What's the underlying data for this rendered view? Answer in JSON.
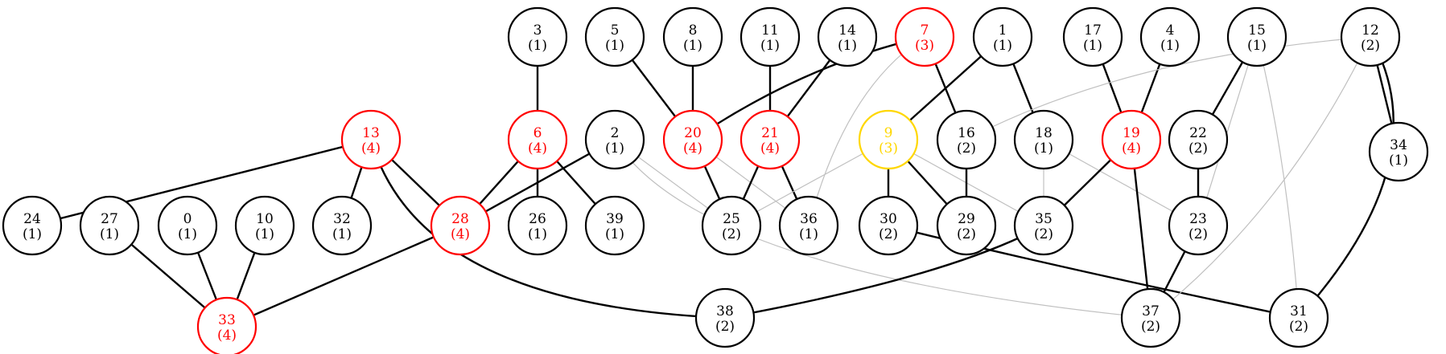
{
  "colors": {
    "normal": "#000000",
    "highlight": "#ff0000",
    "focus": "#ffd700",
    "weak_edge": "#c0c0c0"
  },
  "nodes": [
    {
      "id": "0",
      "label": "0",
      "count": "(1)",
      "status": "normal"
    },
    {
      "id": "1",
      "label": "1",
      "count": "(1)",
      "status": "normal"
    },
    {
      "id": "2",
      "label": "2",
      "count": "(1)",
      "status": "normal"
    },
    {
      "id": "3",
      "label": "3",
      "count": "(1)",
      "status": "normal"
    },
    {
      "id": "4",
      "label": "4",
      "count": "(1)",
      "status": "normal"
    },
    {
      "id": "5",
      "label": "5",
      "count": "(1)",
      "status": "normal"
    },
    {
      "id": "6",
      "label": "6",
      "count": "(4)",
      "status": "highlight"
    },
    {
      "id": "7",
      "label": "7",
      "count": "(3)",
      "status": "highlight"
    },
    {
      "id": "8",
      "label": "8",
      "count": "(1)",
      "status": "normal"
    },
    {
      "id": "9",
      "label": "9",
      "count": "(3)",
      "status": "focus"
    },
    {
      "id": "10",
      "label": "10",
      "count": "(1)",
      "status": "normal"
    },
    {
      "id": "11",
      "label": "11",
      "count": "(1)",
      "status": "normal"
    },
    {
      "id": "12",
      "label": "12",
      "count": "(2)",
      "status": "normal"
    },
    {
      "id": "13",
      "label": "13",
      "count": "(4)",
      "status": "highlight"
    },
    {
      "id": "14",
      "label": "14",
      "count": "(1)",
      "status": "normal"
    },
    {
      "id": "15",
      "label": "15",
      "count": "(1)",
      "status": "normal"
    },
    {
      "id": "16",
      "label": "16",
      "count": "(2)",
      "status": "normal"
    },
    {
      "id": "17",
      "label": "17",
      "count": "(1)",
      "status": "normal"
    },
    {
      "id": "18",
      "label": "18",
      "count": "(1)",
      "status": "normal"
    },
    {
      "id": "19",
      "label": "19",
      "count": "(4)",
      "status": "highlight"
    },
    {
      "id": "20",
      "label": "20",
      "count": "(4)",
      "status": "highlight"
    },
    {
      "id": "21",
      "label": "21",
      "count": "(4)",
      "status": "highlight"
    },
    {
      "id": "22",
      "label": "22",
      "count": "(2)",
      "status": "normal"
    },
    {
      "id": "23",
      "label": "23",
      "count": "(2)",
      "status": "normal"
    },
    {
      "id": "24",
      "label": "24",
      "count": "(1)",
      "status": "normal"
    },
    {
      "id": "25",
      "label": "25",
      "count": "(2)",
      "status": "normal"
    },
    {
      "id": "26",
      "label": "26",
      "count": "(1)",
      "status": "normal"
    },
    {
      "id": "27",
      "label": "27",
      "count": "(1)",
      "status": "normal"
    },
    {
      "id": "28",
      "label": "28",
      "count": "(4)",
      "status": "highlight"
    },
    {
      "id": "29",
      "label": "29",
      "count": "(2)",
      "status": "normal"
    },
    {
      "id": "30",
      "label": "30",
      "count": "(2)",
      "status": "normal"
    },
    {
      "id": "31",
      "label": "31",
      "count": "(2)",
      "status": "normal"
    },
    {
      "id": "32",
      "label": "32",
      "count": "(1)",
      "status": "normal"
    },
    {
      "id": "33",
      "label": "33",
      "count": "(4)",
      "status": "highlight"
    },
    {
      "id": "34",
      "label": "34",
      "count": "(1)",
      "status": "normal"
    },
    {
      "id": "35",
      "label": "35",
      "count": "(2)",
      "status": "normal"
    },
    {
      "id": "36",
      "label": "36",
      "count": "(1)",
      "status": "normal"
    },
    {
      "id": "37",
      "label": "37",
      "count": "(2)",
      "status": "normal"
    },
    {
      "id": "38",
      "label": "38",
      "count": "(2)",
      "status": "normal"
    },
    {
      "id": "39",
      "label": "39",
      "count": "(1)",
      "status": "normal"
    }
  ],
  "edges": [
    {
      "from": "3",
      "to": "6",
      "style": "strong"
    },
    {
      "from": "6",
      "to": "28",
      "style": "strong"
    },
    {
      "from": "6",
      "to": "26",
      "style": "strong"
    },
    {
      "from": "6",
      "to": "39",
      "style": "strong"
    },
    {
      "from": "2",
      "to": "28",
      "style": "strong"
    },
    {
      "from": "2",
      "to": "25",
      "style": "weak"
    },
    {
      "from": "2",
      "to": "37",
      "style": "weak"
    },
    {
      "from": "13",
      "to": "24",
      "style": "strong"
    },
    {
      "from": "13",
      "to": "32",
      "style": "strong"
    },
    {
      "from": "13",
      "to": "28",
      "style": "strong"
    },
    {
      "from": "13",
      "to": "38",
      "style": "strong"
    },
    {
      "from": "28",
      "to": "33",
      "style": "strong"
    },
    {
      "from": "27",
      "to": "33",
      "style": "strong"
    },
    {
      "from": "0",
      "to": "33",
      "style": "strong"
    },
    {
      "from": "10",
      "to": "33",
      "style": "strong"
    },
    {
      "from": "5",
      "to": "20",
      "style": "strong"
    },
    {
      "from": "8",
      "to": "20",
      "style": "strong"
    },
    {
      "from": "7",
      "to": "20",
      "style": "strong"
    },
    {
      "from": "20",
      "to": "25",
      "style": "strong"
    },
    {
      "from": "20",
      "to": "36",
      "style": "weak"
    },
    {
      "from": "11",
      "to": "21",
      "style": "strong"
    },
    {
      "from": "14",
      "to": "21",
      "style": "strong"
    },
    {
      "from": "21",
      "to": "25",
      "style": "strong"
    },
    {
      "from": "21",
      "to": "36",
      "style": "strong"
    },
    {
      "from": "7",
      "to": "16",
      "style": "strong"
    },
    {
      "from": "7",
      "to": "36",
      "style": "weak"
    },
    {
      "from": "1",
      "to": "9",
      "style": "strong"
    },
    {
      "from": "1",
      "to": "18",
      "style": "strong"
    },
    {
      "from": "9",
      "to": "25",
      "style": "weak"
    },
    {
      "from": "9",
      "to": "30",
      "style": "strong"
    },
    {
      "from": "9",
      "to": "29",
      "style": "strong"
    },
    {
      "from": "9",
      "to": "35",
      "style": "weak"
    },
    {
      "from": "16",
      "to": "29",
      "style": "strong"
    },
    {
      "from": "18",
      "to": "35",
      "style": "weak"
    },
    {
      "from": "18",
      "to": "23",
      "style": "weak"
    },
    {
      "from": "17",
      "to": "19",
      "style": "strong"
    },
    {
      "from": "4",
      "to": "19",
      "style": "strong"
    },
    {
      "from": "19",
      "to": "35",
      "style": "strong"
    },
    {
      "from": "19",
      "to": "37",
      "style": "strong"
    },
    {
      "from": "35",
      "to": "38",
      "style": "strong"
    },
    {
      "from": "30",
      "to": "31",
      "style": "strong"
    },
    {
      "from": "15",
      "to": "22",
      "style": "strong"
    },
    {
      "from": "15",
      "to": "23",
      "style": "weak"
    },
    {
      "from": "15",
      "to": "31",
      "style": "weak"
    },
    {
      "from": "22",
      "to": "23",
      "style": "strong"
    },
    {
      "from": "23",
      "to": "37",
      "style": "strong"
    },
    {
      "from": "12",
      "to": "34",
      "style": "strong"
    },
    {
      "from": "12",
      "to": "31",
      "style": "strong"
    },
    {
      "from": "12",
      "to": "16",
      "style": "weak"
    },
    {
      "from": "12",
      "to": "37",
      "style": "weak"
    }
  ]
}
